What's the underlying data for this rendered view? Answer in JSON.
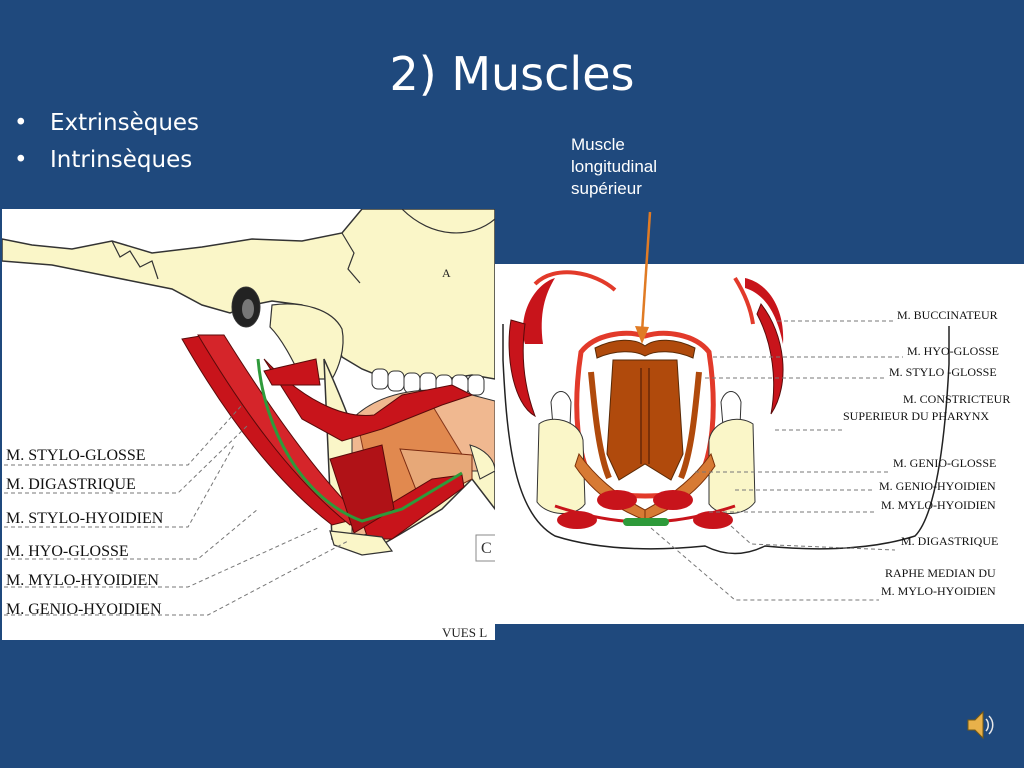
{
  "slide": {
    "title": "2) Muscles",
    "bullets": [
      {
        "marker": "•",
        "text": "Extrinsèques"
      },
      {
        "marker": "•",
        "text": "Intrinsèques"
      }
    ],
    "callout": {
      "lines": [
        "Muscle",
        "longitudinal",
        "supérieur"
      ]
    }
  },
  "left_figure": {
    "labels": [
      "M. STYLO-GLOSSE",
      "M. DIGASTRIQUE",
      "M. STYLO-HYOIDIEN",
      "M. HYO-GLOSSE",
      "M. MYLO-HYOIDIEN",
      "M. GENIO-HYOIDIEN"
    ],
    "bone_letter": "A",
    "cut_box_text": "C",
    "bottom_text": "VUES L"
  },
  "right_figure": {
    "labels": [
      "M. BUCCINATEUR",
      "M. HYO-GLOSSE",
      "M. STYLO -GLOSSE",
      "M. CONSTRICTEUR",
      "SUPERIEUR DU PHARYNX",
      "M. GENIO-GLOSSE",
      "M. GENIO-HYOIDIEN",
      "M. MYLO-HYOIDIEN",
      "M. DIGASTRIQUE",
      "RAPHE MEDIAN DU",
      "M. MYLO-HYOIDIEN"
    ]
  },
  "colors": {
    "background": "#1f497d",
    "muscle": "#c8141b",
    "bone": "#faf6c8",
    "tongue": "#b04a0c",
    "nerve": "#2e9a3a",
    "arrow": "#e07b24"
  },
  "icons": {
    "speaker": "speaker-icon"
  }
}
